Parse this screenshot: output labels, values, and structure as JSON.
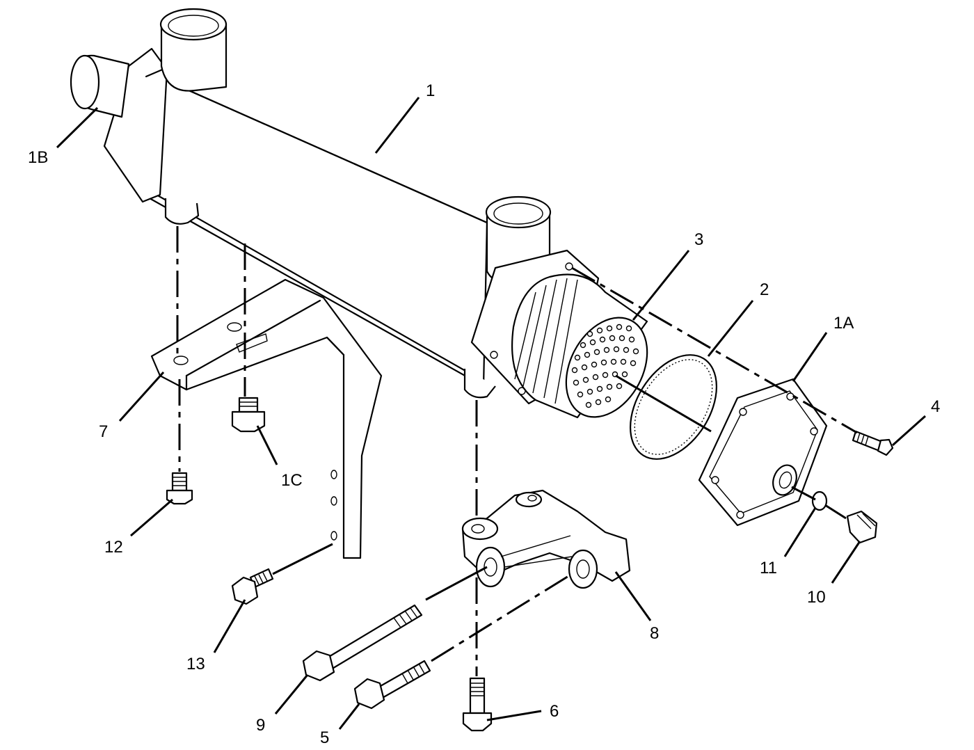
{
  "callouts": [
    {
      "id": "c1",
      "label": "1"
    },
    {
      "id": "c1a",
      "label": "1A"
    },
    {
      "id": "c1b",
      "label": "1B"
    },
    {
      "id": "c1c",
      "label": "1C"
    },
    {
      "id": "c2",
      "label": "2"
    },
    {
      "id": "c3",
      "label": "3"
    },
    {
      "id": "c4",
      "label": "4"
    },
    {
      "id": "c5",
      "label": "5"
    },
    {
      "id": "c6",
      "label": "6"
    },
    {
      "id": "c7",
      "label": "7"
    },
    {
      "id": "c8",
      "label": "8"
    },
    {
      "id": "c9",
      "label": "9"
    },
    {
      "id": "c10",
      "label": "10"
    },
    {
      "id": "c11",
      "label": "11"
    },
    {
      "id": "c12",
      "label": "12"
    },
    {
      "id": "c13",
      "label": "13"
    }
  ]
}
